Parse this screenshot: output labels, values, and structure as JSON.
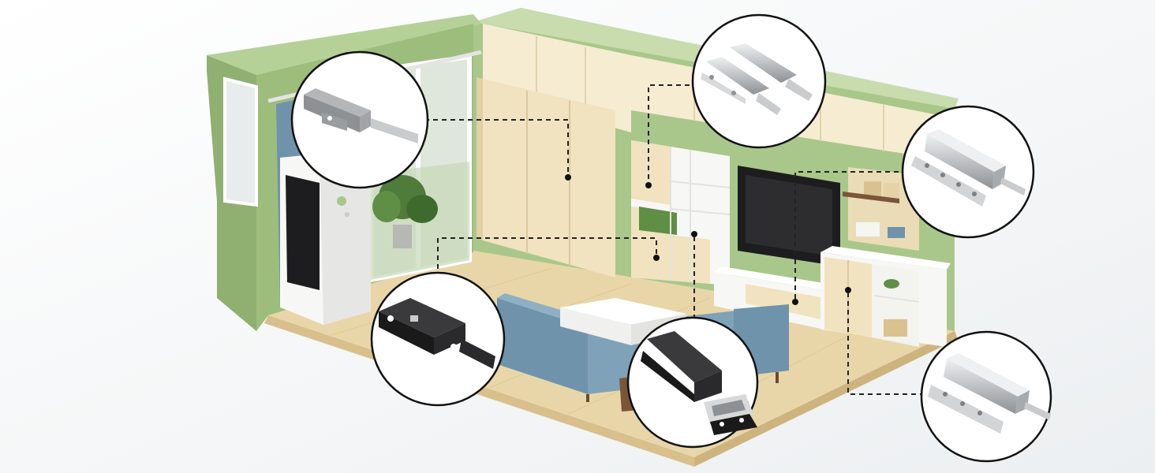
{
  "image": {
    "kind": "product-placement-illustration",
    "subject": "living-room-cutaway",
    "colors": {
      "background": "#ffffff",
      "wall_green": "#a9c78a",
      "wall_green_dark": "#8fb071",
      "cabinet_beige": "#f1e3bf",
      "cabinet_beige_shade": "#e2d0a6",
      "floor": "#e9d6a8",
      "floor_dark": "#d8c08c",
      "sofa_blue": "#6f93aa",
      "white_furniture": "#f7f7f5",
      "tv_black": "#1d1d1f",
      "callout_stroke": "#111111",
      "leader_line": "#222222",
      "steel": "#c9cbcd",
      "steel_dark": "#8e9194",
      "latch_black": "#1a1a1a"
    },
    "callouts": [
      {
        "id": "grey-push-latch",
        "icon": "grey-push-latch-icon"
      },
      {
        "id": "double-steel-push-latch",
        "icon": "double-steel-latch-icon"
      },
      {
        "id": "steel-latch-with-plate",
        "icon": "steel-latch-plate-icon"
      },
      {
        "id": "black-magnetic-latch",
        "icon": "black-magnetic-latch-icon"
      },
      {
        "id": "black-touch-latch-with-strike",
        "icon": "black-touch-latch-icon"
      },
      {
        "id": "steel-latch-with-bracket",
        "icon": "steel-bracket-latch-icon"
      }
    ]
  }
}
